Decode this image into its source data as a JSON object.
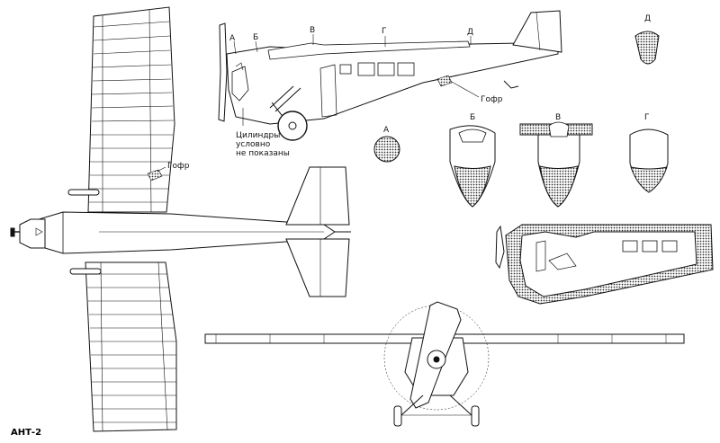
{
  "title": "АНТ-2",
  "callout_corrugation": "Гофр",
  "callout_corrugation_side": "Гофр",
  "note_cylinders": [
    "Цилиндры",
    "условно",
    "не показаны"
  ],
  "side_view_markers": [
    "А",
    "Б",
    "В",
    "Г",
    "Д"
  ],
  "cross_sections": [
    {
      "label": "А"
    },
    {
      "label": "Б"
    },
    {
      "label": "В"
    },
    {
      "label": "Г"
    },
    {
      "label": "Д"
    }
  ],
  "colors": {
    "line": "#111111",
    "hatch": "#555555",
    "background": "#ffffff"
  }
}
